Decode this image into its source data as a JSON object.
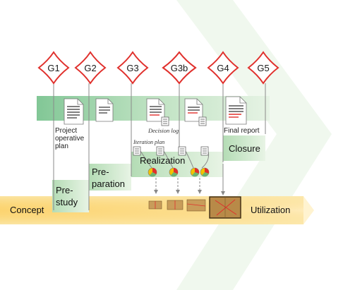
{
  "gates": [
    {
      "label": "G1"
    },
    {
      "label": "G2"
    },
    {
      "label": "G3"
    },
    {
      "label": "G3b"
    },
    {
      "label": "G4"
    },
    {
      "label": "G5"
    }
  ],
  "phases": {
    "prestudy": [
      "Pre-",
      "study"
    ],
    "preparation": [
      "Pre-",
      "paration"
    ],
    "realization": "Realization",
    "closure": "Closure",
    "concept": "Concept",
    "utilization": "Utilization"
  },
  "documents": {
    "project_plan": [
      "Project",
      "operative",
      "plan"
    ],
    "decision_log": "Decision log",
    "iteration_plan": "Iteration plan",
    "final_report": "Final report"
  },
  "colors": {
    "band_yellow": "#fbd876",
    "band_green": "#7ec493",
    "phase_green": "#c6e5c3",
    "gate_red": "#e0302c",
    "chevron": "#eaf5e8",
    "line": "#8a8a8a"
  }
}
